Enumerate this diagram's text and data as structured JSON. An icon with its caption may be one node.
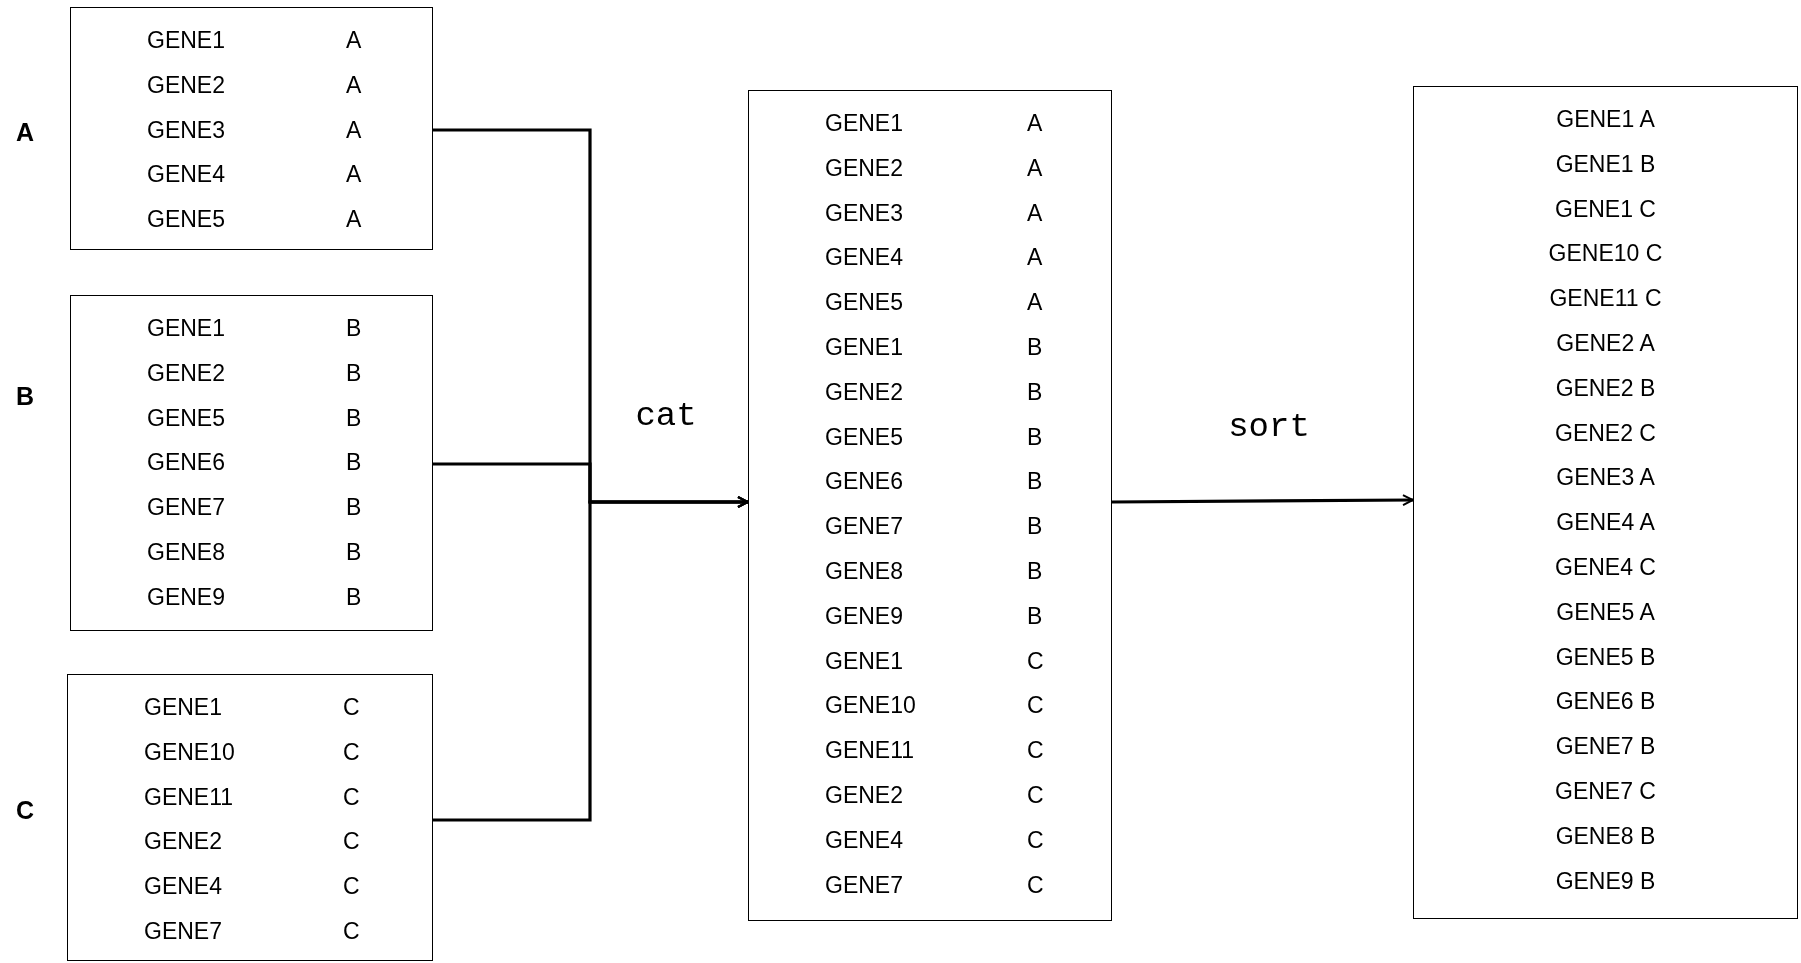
{
  "diagram": {
    "nodes": [
      {
        "text": [
          "GENE1 A",
          "GENE2 A",
          "GENE3 A",
          "GENE4 A",
          "GENE5 A"
        ],
        "beside": [
          "A"
        ]
      },
      {
        "text": [
          "GENE1 B",
          "GENE2 B",
          "GENE5 B",
          "GENE6 B",
          "GENE7 B",
          "GENE8 B",
          "GENE9 B"
        ],
        "beside": [
          "B"
        ]
      },
      {
        "text": [
          "GENE1 C",
          "GENE10 C",
          "GENE11 C",
          "GENE2 C",
          "GENE4 C",
          "GENE7 C"
        ],
        "beside": [
          "C"
        ]
      },
      {
        "text": [
          "GENE1 A",
          "GENE2 A",
          "GENE3 A",
          "GENE4 A",
          "GENE5 A",
          "GENE1 B",
          "GENE2 B",
          "GENE5 B",
          "GENE6 B",
          "GENE7 B",
          "GENE8 B",
          "GENE9 B",
          "GENE1 C",
          "GENE10 C",
          "GENE11 C",
          "GENE2 C",
          "GENE4 C",
          "GENE7 C"
        ]
      },
      {
        "text": [
          "GENE1 A",
          "GENE1 B",
          "GENE1 C",
          "GENE10 C",
          "GENE11 C",
          "GENE2 A",
          "GENE2 B",
          "GENE2 C",
          "GENE3 A",
          "GENE4 A",
          "GENE4 C",
          "GENE5 A",
          "GENE5 B",
          "GENE6 B",
          "GENE7 B",
          "GENE7 C",
          "GENE8 B",
          "GENE9 B"
        ]
      }
    ],
    "edges": [
      {
        "from": 0,
        "to": 3,
        "arrow": "to"
      },
      {
        "from": 1,
        "to": 3,
        "arrow": "to",
        "label": "cat"
      },
      {
        "from": 2,
        "to": 3,
        "arrow": "to"
      },
      {
        "from": 3,
        "to": 4,
        "arrow": "to",
        "label": "sort"
      }
    ]
  }
}
